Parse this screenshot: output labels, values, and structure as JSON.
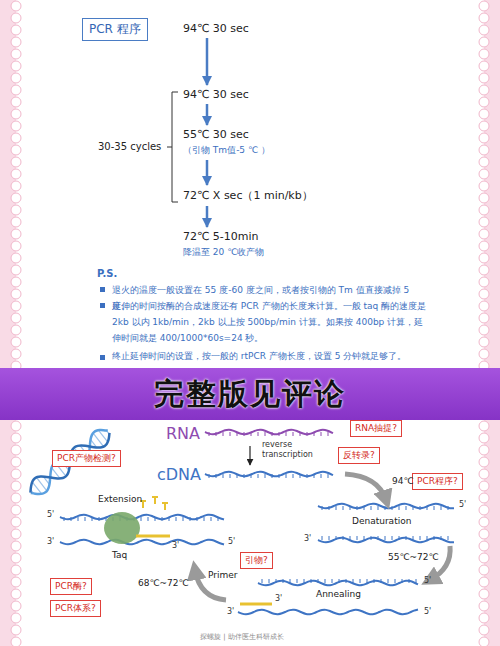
{
  "diagram": {
    "nodes": [
      {
        "text": [
          "PCR 程序"
        ]
      },
      {
        "text": [
          "94℃ 30 sec"
        ]
      },
      {
        "text": [
          "94℃ 30 sec"
        ]
      },
      {
        "text": [
          "55℃ 30 sec",
          "（引物 Tm值-5 ℃ ）"
        ]
      },
      {
        "text": [
          "72℃ X sec（1 min/kb）"
        ]
      },
      {
        "text": [
          "72℃ 5-10min",
          "降温至 20 ℃收产物"
        ]
      },
      {
        "text": [
          "完整版见评论"
        ]
      },
      {
        "text": [
          "RNA抽提?"
        ]
      },
      {
        "text": [
          "反转录?"
        ]
      },
      {
        "text": [
          "PCR程序?"
        ]
      },
      {
        "text": [
          "引物?"
        ]
      },
      {
        "text": [
          "PCR产物检测?"
        ]
      },
      {
        "text": [
          "PCR酶?"
        ]
      },
      {
        "text": [
          "PCR体系?"
        ]
      }
    ],
    "edges": [
      {
        "from": 1,
        "to": 2,
        "arrow": "to"
      },
      {
        "from": 2,
        "to": 3,
        "arrow": "to"
      },
      {
        "from": 3,
        "to": 4,
        "arrow": "to"
      },
      {
        "from": 4,
        "to": 5,
        "arrow": "to"
      }
    ],
    "labels": [
      "30-35 cycles",
      "P.S.",
      "退火的温度一般设置在 55 度-60 度之间，或者按引物的 Tm 值直接减掉 5 度。",
      "延伸的时间按酶的合成速度还有 PCR 产物的长度来计算。一般 taq 酶的速度是 2kb 以内 1kb/min，2kb 以上按 500bp/min 计算。如果按 400bp 计算，延伸时间就是 400/1000*60s=24 秒。",
      "终止延伸时间的设置，按一般的 rtPCR 产物长度，设置 5 分钟就足够了。",
      "RNA",
      "reverse transcription",
      "cDNA",
      "94℃",
      "Denaturation",
      "3'",
      "5'",
      "55℃~72℃",
      "Annealing",
      "Primer",
      "3'",
      "5'",
      "3'",
      "5'",
      "68℃~72℃",
      "Extension",
      "Taq",
      "5'",
      "3'",
      "3'",
      "5'",
      "探螺旋 | 助伴医生科研成长"
    ]
  }
}
